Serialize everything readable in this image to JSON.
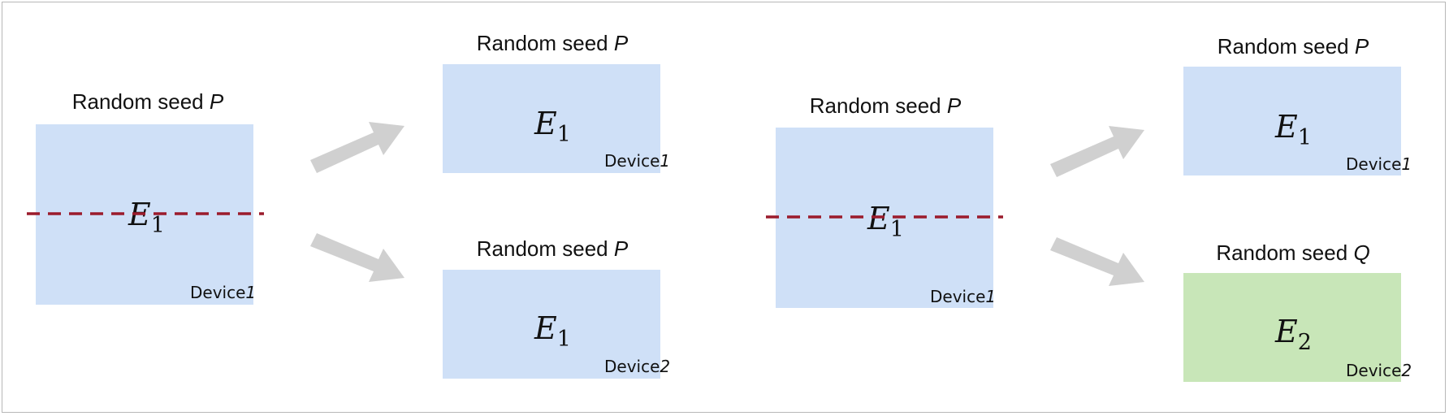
{
  "panels": [
    {
      "source": {
        "seed_prefix": "Random seed",
        "seed_var": "P",
        "embedding": "E",
        "embedding_sub": "1",
        "device_prefix": "Device",
        "device_num": "1",
        "color": "#cfe0f7"
      },
      "top": {
        "seed_prefix": "Random seed",
        "seed_var": "P",
        "embedding": "E",
        "embedding_sub": "1",
        "device_prefix": "Device",
        "device_num": "1",
        "color": "#cfe0f7"
      },
      "bottom": {
        "seed_prefix": "Random seed",
        "seed_var": "P",
        "embedding": "E",
        "embedding_sub": "1",
        "device_prefix": "Device",
        "device_num": "2",
        "color": "#cfe0f7"
      }
    },
    {
      "source": {
        "seed_prefix": "Random seed",
        "seed_var": "P",
        "embedding": "E",
        "embedding_sub": "1",
        "device_prefix": "Device",
        "device_num": "1",
        "color": "#cfe0f7"
      },
      "top": {
        "seed_prefix": "Random seed",
        "seed_var": "P",
        "embedding": "E",
        "embedding_sub": "1",
        "device_prefix": "Device",
        "device_num": "1",
        "color": "#cfe0f7"
      },
      "bottom": {
        "seed_prefix": "Random seed",
        "seed_var": "Q",
        "embedding": "E",
        "embedding_sub": "2",
        "device_prefix": "Device",
        "device_num": "2",
        "color": "#c8e6b8"
      }
    }
  ],
  "colors": {
    "split_line": "#9b1b2c",
    "arrow": "#d0d0d0"
  }
}
